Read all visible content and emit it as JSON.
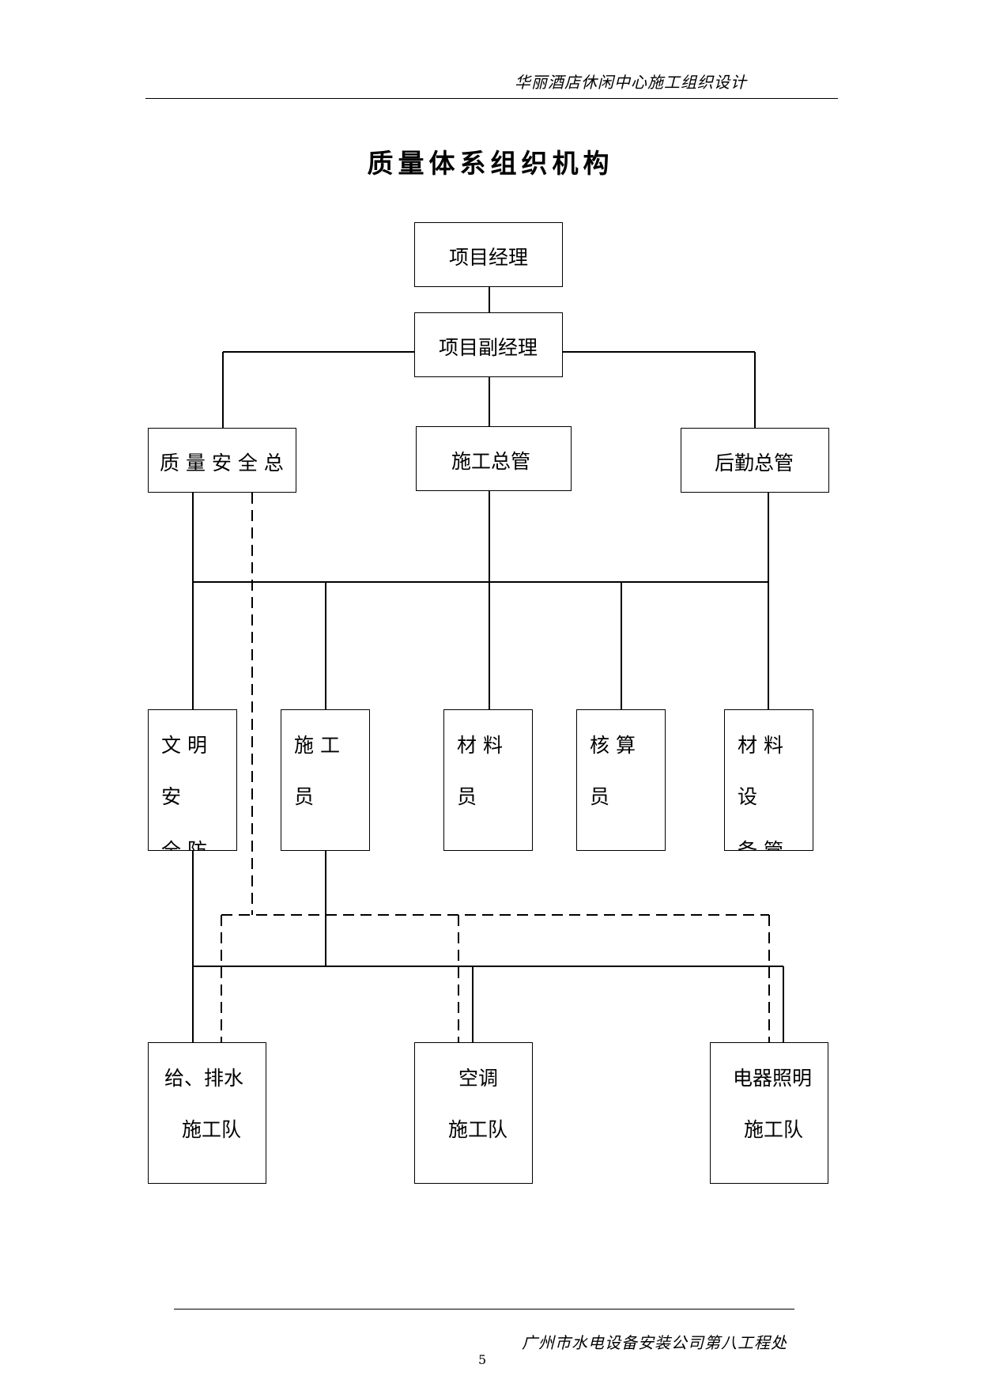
{
  "header": {
    "title": "华丽酒店休闲中心施工组织设计"
  },
  "title": "质量体系组织机构",
  "org": {
    "project_manager": "项目经理",
    "deputy_manager": "项目副经理",
    "quality_safety": "质 量 安 全 总",
    "construction_manager": "施工总管",
    "logistics_manager": "后勤总管",
    "civil_safety": {
      "line1": "文 明",
      "line2": "安",
      "line3": "全 防"
    },
    "constructor": {
      "line1": "施 工",
      "line2": "员"
    },
    "material_clerk": {
      "line1": "材 料",
      "line2": "员"
    },
    "accountant": {
      "line1": "核 算",
      "line2": "员"
    },
    "material_equipment": {
      "line1": "材 料",
      "line2": "设",
      "line3": "备 管"
    },
    "plumbing_team": {
      "line1": "给、排水",
      "line2": "施工队"
    },
    "hvac_team": {
      "line1": "空调",
      "line2": "施工队"
    },
    "electrical_team": {
      "line1": "电器照明",
      "line2": "施工队"
    }
  },
  "footer": {
    "company": "广州市水电设备安装公司第八工程处",
    "page_number": "5"
  }
}
